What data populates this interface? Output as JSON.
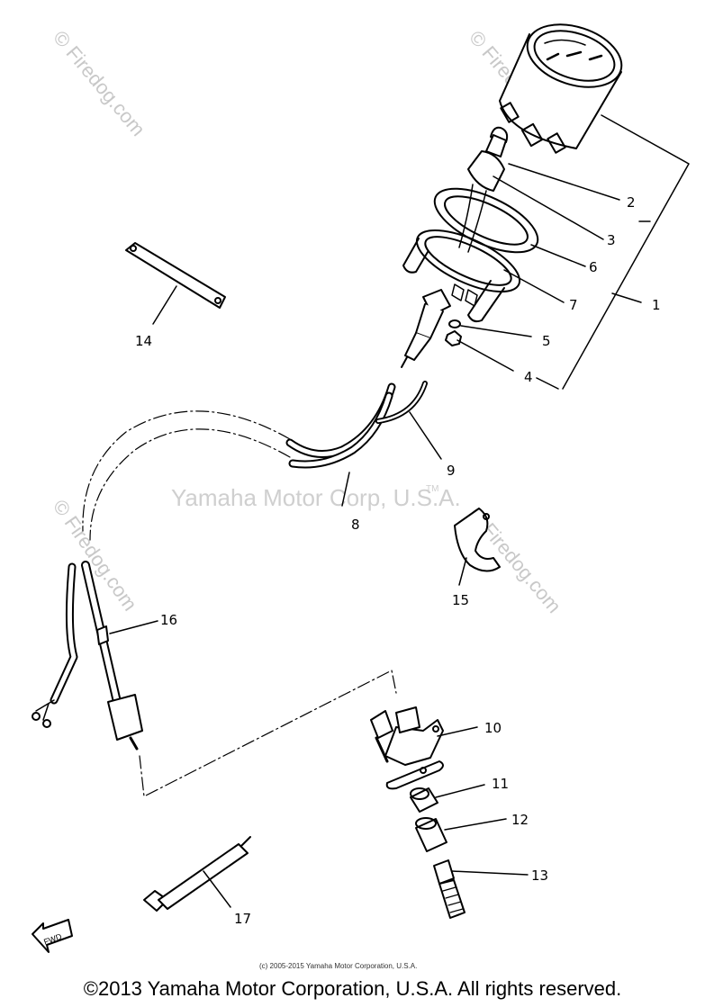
{
  "watermarks": {
    "diagonal": "© Firedog.com",
    "center": "Yamaha Motor Corp, U.S.A.",
    "center_tm": "TM"
  },
  "fwd_label": "FWD",
  "small_copyright": "(c) 2005-2015 Yamaha Motor Corporation, U.S.A.",
  "copyright": "©2013 Yamaha Motor Corporation, U.S.A. All rights reserved.",
  "callouts": [
    "1",
    "2",
    "3",
    "4",
    "5",
    "6",
    "7",
    "8",
    "9",
    "10",
    "11",
    "12",
    "13",
    "14",
    "15",
    "16",
    "17"
  ]
}
